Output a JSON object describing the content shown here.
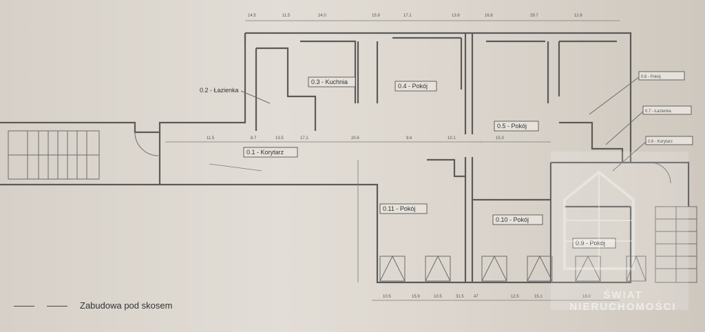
{
  "rooms": {
    "lazienka": "0.2 - Łazienka",
    "kuchnia": "0.3 - Kuchnia",
    "pokoj_04": "0.4 - Pokój",
    "korytarz": "0.1 - Korytarz",
    "pokoj_05": "0.5 - Pokój",
    "pokoj_11": "0.11 - Pokój",
    "pokoj_10": "0.10 - Pokój",
    "pokoj_09": "0.9 - Pokój",
    "tag_a": "0.6 - Pokój",
    "tag_b": "0.7 - Łazienka",
    "tag_c": "0.8 - Korytarz"
  },
  "legend": {
    "label": "Zabudowa pod skosem"
  },
  "watermark": {
    "text": "ŚWIAT NIERUCHOMOŚCI"
  },
  "dimensions": {
    "top": [
      "14.5",
      "11.5",
      "24.0",
      "15.9",
      "17.1",
      "13.6",
      "16.8",
      "29.7",
      "12.6"
    ],
    "mid": [
      "11.5",
      "8.7",
      "13.5",
      "17.1",
      "20.6",
      "9.6",
      "10.1",
      "15.3"
    ],
    "bottom": [
      "10.5",
      "15.9",
      "10.5",
      "31.5",
      "47",
      "12.5",
      "15.1",
      "18.0"
    ]
  },
  "colors": {
    "paper": "#e2ddd6",
    "ink": "#5a5a5a"
  }
}
